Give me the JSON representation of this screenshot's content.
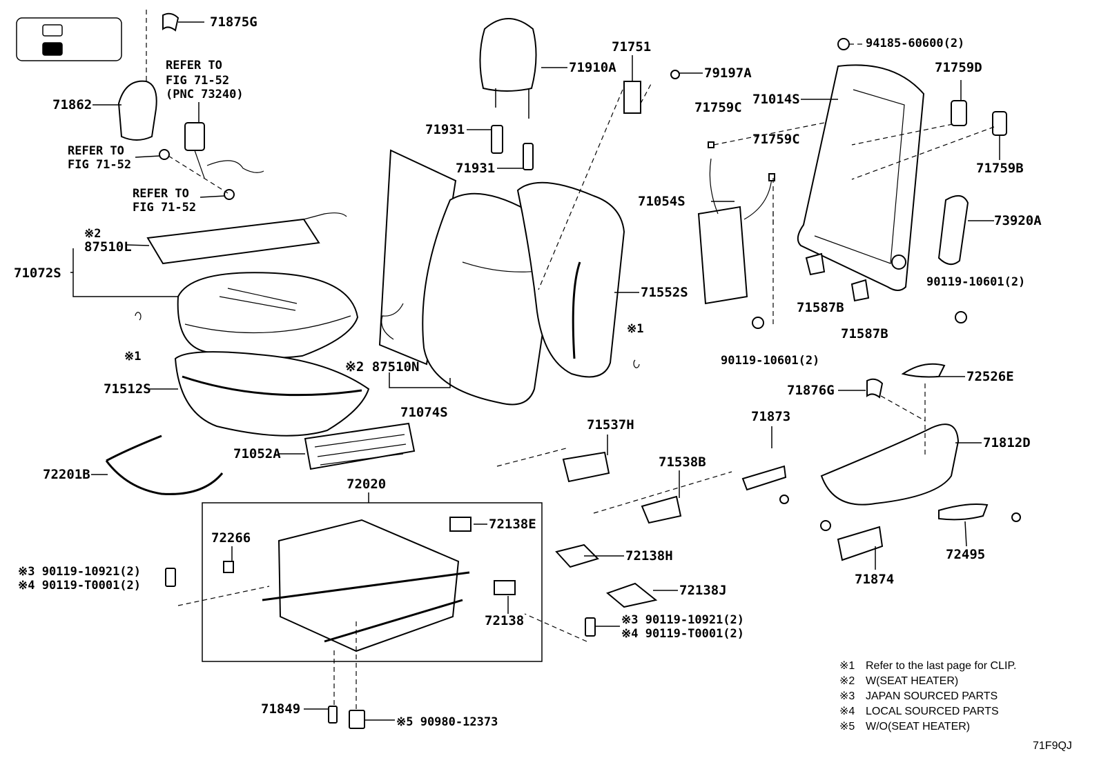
{
  "legend_box": {
    "swatch_light": "#ffffff",
    "swatch_dark": "#000000"
  },
  "callouts": {
    "c71875G": "71875G",
    "c71862": "71862",
    "refer1_a": "REFER TO",
    "refer1_b": "FIG 71-52",
    "refer1_c": "(PNC 73240)",
    "refer2_a": "REFER TO",
    "refer2_b": "FIG 71-52",
    "refer3_a": "REFER TO",
    "refer3_b": "FIG 71-52",
    "c87510L_mark": "※2",
    "c87510L": "87510L",
    "c71072S": "71072S",
    "c1_left": "※1",
    "c71512S": "71512S",
    "c87510N": "※2 87510N",
    "c71074S": "71074S",
    "c71052A": "71052A",
    "c72201B": "72201B",
    "c72020": "72020",
    "c71910A": "71910A",
    "c71931a": "71931",
    "c71931b": "71931",
    "c71751": "71751",
    "c79197A": "79197A",
    "c71552S": "71552S",
    "c1_mid": "※1",
    "c71759C_a": "71759C",
    "c71759C_b": "71759C",
    "c71054S": "71054S",
    "c90119_10601_a": "90119-10601(2)",
    "c71014S": "71014S",
    "c94185": "94185-60600(2)",
    "c71759D": "71759D",
    "c71759B": "71759B",
    "c73920A": "73920A",
    "c90119_10601_b": "90119-10601(2)",
    "c71587B_a": "71587B",
    "c71587B_b": "71587B",
    "c71876G": "71876G",
    "c72526E": "72526E",
    "c71812D": "71812D",
    "c71873": "71873",
    "c71537H": "71537H",
    "c71538B": "71538B",
    "c72138E": "72138E",
    "c72266": "72266",
    "c72138H": "72138H",
    "c72138J": "72138J",
    "c72138": "72138",
    "c72495": "72495",
    "c71874": "71874",
    "left_j3": "※3 90119-10921(2)",
    "left_j4": "※4 90119-T0001(2)",
    "mid_j3": "※3 90119-10921(2)",
    "mid_j4": "※4 90119-T0001(2)",
    "c71849": "71849",
    "c90980": "※5 90980-12373"
  },
  "notes": [
    {
      "mark": "※1",
      "text": "Refer to the last page for CLIP."
    },
    {
      "mark": "※2",
      "text": "W(SEAT HEATER)"
    },
    {
      "mark": "※3",
      "text": "JAPAN SOURCED PARTS"
    },
    {
      "mark": "※4",
      "text": "LOCAL SOURCED PARTS"
    },
    {
      "mark": "※5",
      "text": "W/O(SEAT HEATER)"
    }
  ],
  "figure_code": "71F9QJ"
}
